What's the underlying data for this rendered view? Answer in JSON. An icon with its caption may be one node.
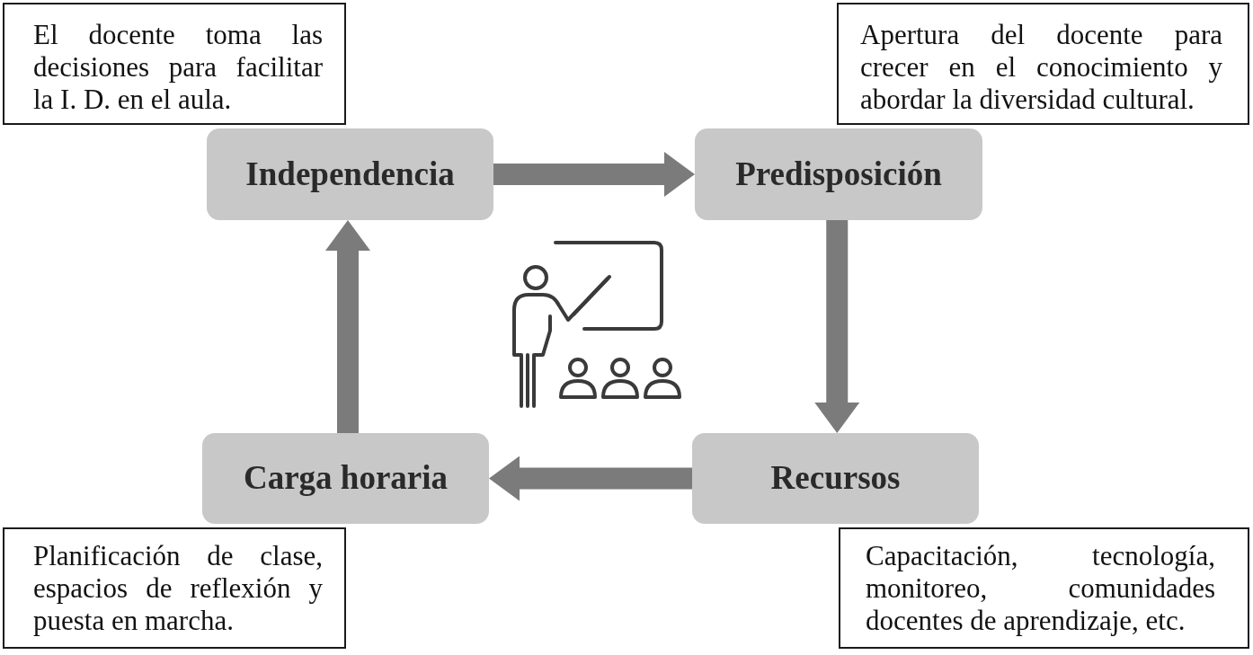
{
  "diagram": {
    "nodes": [
      {
        "text": [
          "El docente toma las decisiones para facilitar la I. D. en el aula."
        ]
      },
      {
        "text": [
          "Independencia"
        ]
      },
      {
        "text": [
          "Apertura del docente para crecer en el conocimiento y abordar la diversidad cultural."
        ]
      },
      {
        "text": [
          "Predisposición"
        ]
      },
      {
        "text": [
          "Recursos"
        ]
      },
      {
        "text": [
          "Capacitación, tecnología, monitoreo, comunidades docentes de aprendizaje, etc."
        ]
      },
      {
        "text": [
          "Carga horaria"
        ]
      },
      {
        "text": [
          "Planificación de clase, espacios de reflexión y puesta en marcha."
        ]
      }
    ],
    "edges": [
      {
        "from": 1,
        "to": 3,
        "arrow": "to"
      },
      {
        "from": 3,
        "to": 4,
        "arrow": "to"
      },
      {
        "from": 4,
        "to": 6,
        "arrow": "to"
      },
      {
        "from": 6,
        "to": 1,
        "arrow": "to"
      }
    ]
  }
}
